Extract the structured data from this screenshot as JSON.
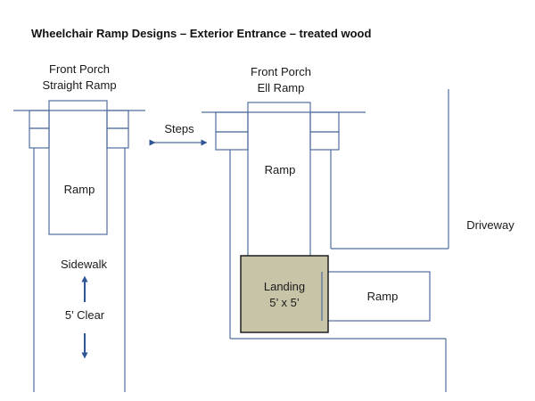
{
  "title": "Wheelchair Ramp Designs – Exterior Entrance – treated wood",
  "left_design": {
    "heading_line1": "Front Porch",
    "heading_line2": "Straight Ramp",
    "ramp_label": "Ramp",
    "sidewalk_label": "Sidewalk",
    "clear_label": "5’ Clear"
  },
  "steps_label": "Steps",
  "right_design": {
    "heading_line1": "Front Porch",
    "heading_line2": "Ell Ramp",
    "ramp_label": "Ramp",
    "landing_label_line1": "Landing",
    "landing_label_line2": "5’ x 5’",
    "side_ramp_label": "Ramp",
    "driveway_label": "Driveway"
  },
  "colors": {
    "line": "#4f6f9e",
    "landing_fill": "#c8c4a8",
    "landing_border": "#1f1f1f",
    "arrow": "#2f5597"
  }
}
